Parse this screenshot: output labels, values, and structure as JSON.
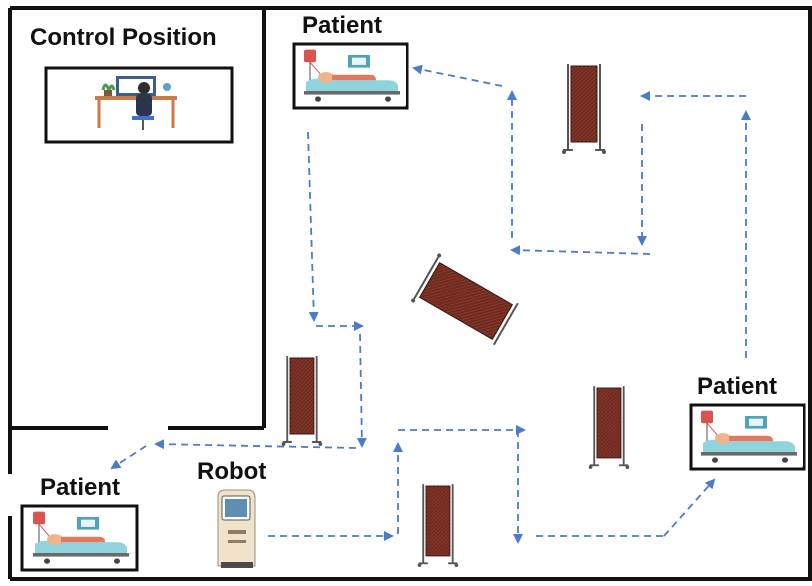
{
  "labels": {
    "control_position": "Control Position",
    "patient_top": "Patient",
    "patient_right": "Patient",
    "patient_left": "Patient",
    "robot": "Robot"
  },
  "colors": {
    "wall": "#111111",
    "path_arrow": "#4a7cc9",
    "screen": "#6e2a20",
    "screen_frame": "#555555",
    "bed": "#8fd4dc",
    "box_border": "#111111"
  },
  "icons": {
    "workstation": "person-at-desk-icon",
    "patient_bed": "hospital-bed-icon",
    "robot": "robot-kiosk-icon",
    "screen": "privacy-screen-icon"
  }
}
